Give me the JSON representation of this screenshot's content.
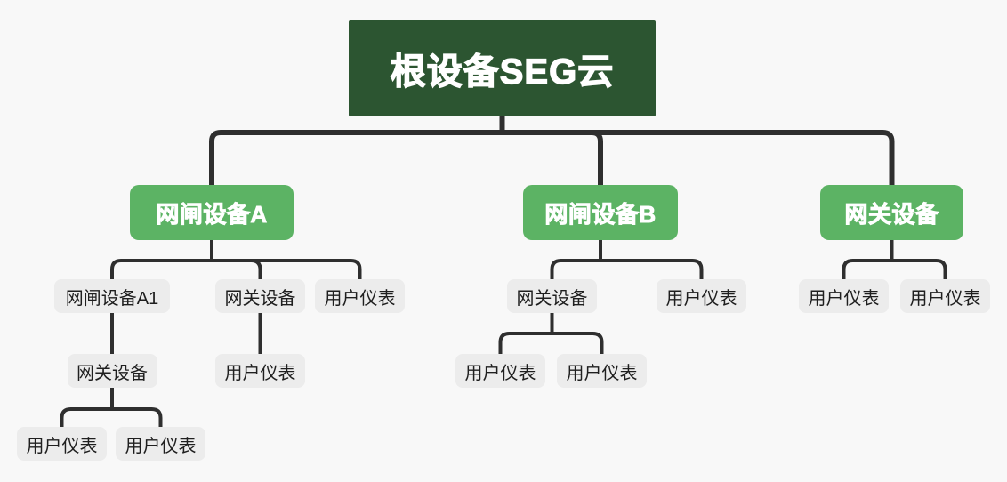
{
  "diagram": {
    "type": "org-tree",
    "colors": {
      "background": "#f8f8f8",
      "root_node": "#2c5531",
      "branch_node": "#5cb364",
      "leaf_node": "#ececec",
      "connector": "#2f2f2f",
      "root_text": "#ffffff",
      "leaf_text": "#1f1f1f"
    },
    "tree": {
      "label": "根设备SEG云",
      "children": [
        {
          "label": "网闸设备A",
          "children": [
            {
              "label": "网闸设备A1",
              "children": [
                {
                  "label": "网关设备",
                  "children": [
                    {
                      "label": "用户仪表"
                    },
                    {
                      "label": "用户仪表"
                    }
                  ]
                }
              ]
            },
            {
              "label": "网关设备",
              "children": [
                {
                  "label": "用户仪表"
                }
              ]
            },
            {
              "label": "用户仪表"
            }
          ]
        },
        {
          "label": "网闸设备B",
          "children": [
            {
              "label": "网关设备",
              "children": [
                {
                  "label": "用户仪表"
                },
                {
                  "label": "用户仪表"
                }
              ]
            },
            {
              "label": "用户仪表"
            }
          ]
        },
        {
          "label": "网关设备",
          "children": [
            {
              "label": "用户仪表"
            },
            {
              "label": "用户仪表"
            }
          ]
        }
      ]
    }
  }
}
